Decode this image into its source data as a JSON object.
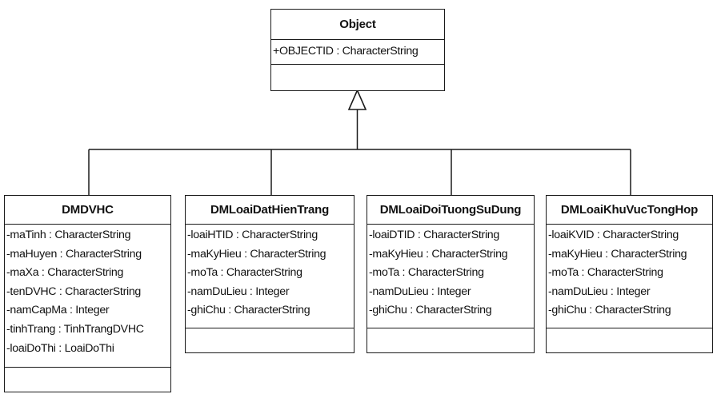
{
  "diagram": {
    "type": "uml-class-diagram",
    "relationship": "generalization",
    "parent": {
      "name": "Object",
      "attributes": [
        "+OBJECTID : CharacterString"
      ],
      "operations": []
    },
    "children": [
      {
        "name": "DMDVHC",
        "attributes": [
          "-maTinh : CharacterString",
          "-maHuyen : CharacterString",
          "-maXa : CharacterString",
          "-tenDVHC : CharacterString",
          "-namCapMa : Integer",
          "-tinhTrang : TinhTrangDVHC",
          "-loaiDoThi : LoaiDoThi"
        ],
        "operations": []
      },
      {
        "name": "DMLoaiDatHienTrang",
        "attributes": [
          "-loaiHTID : CharacterString",
          "-maKyHieu : CharacterString",
          "-moTa : CharacterString",
          "-namDuLieu : Integer",
          "-ghiChu : CharacterString"
        ],
        "operations": []
      },
      {
        "name": "DMLoaiDoiTuongSuDung",
        "attributes": [
          "-loaiDTID : CharacterString",
          "-maKyHieu : CharacterString",
          "-moTa : CharacterString",
          "-namDuLieu : Integer",
          "-ghiChu : CharacterString"
        ],
        "operations": []
      },
      {
        "name": "DMLoaiKhuVucTongHop",
        "attributes": [
          "-loaiKVID : CharacterString",
          "-maKyHieu : CharacterString",
          "-moTa : CharacterString",
          "-namDuLieu : Integer",
          "-ghiChu : CharacterString"
        ],
        "operations": []
      }
    ]
  }
}
